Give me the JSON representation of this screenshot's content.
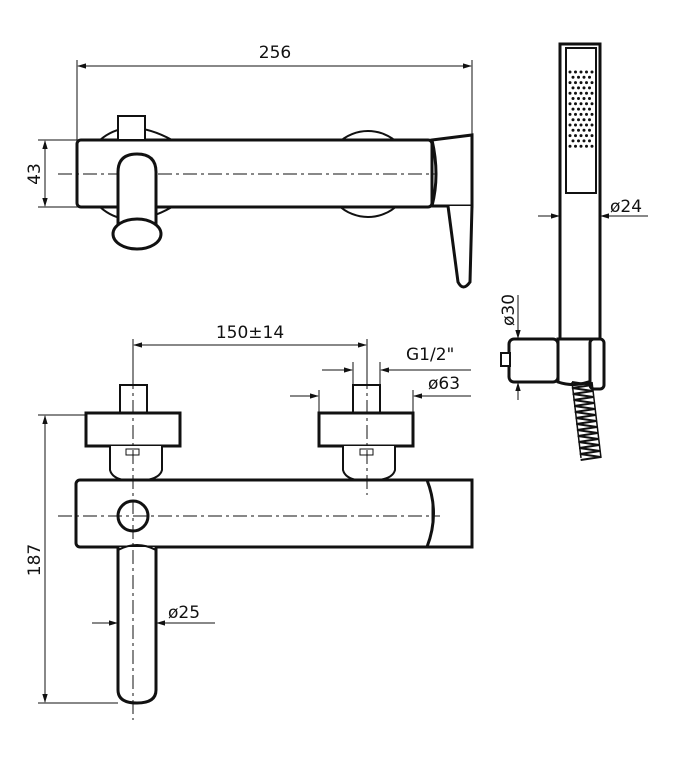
{
  "dimensions": {
    "overall_width": "256",
    "body_height": "43",
    "spacing": "150±14",
    "thread": "G1/2\"",
    "flange_diameter": "ø63",
    "handle_diameter": "ø24",
    "holder_diameter": "ø30",
    "total_height": "187",
    "spout_diameter": "ø25"
  }
}
